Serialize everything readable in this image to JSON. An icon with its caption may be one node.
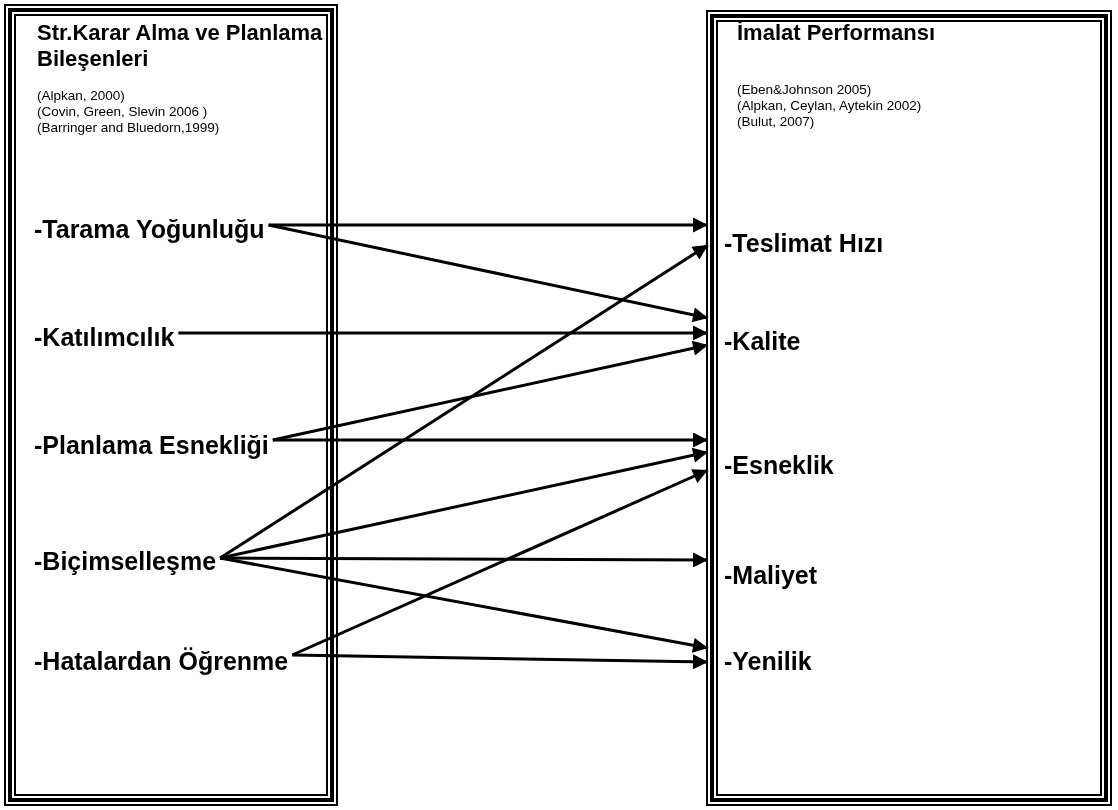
{
  "diagram": {
    "nodes": [
      {
        "text": [
          "Str.Karar Alma ve Planlama Bileşenleri",
          "(Alpkan, 2000)",
          "(Covin, Green, Slevin 2006 )",
          "(Barringer and Bluedorn,1999)"
        ]
      },
      {
        "text": [
          "-Tarama Yoğunluğu"
        ],
        "in": 0
      },
      {
        "text": [
          "-Katılımcılık"
        ],
        "in": 0
      },
      {
        "text": [
          "-Planlama Esnekliği"
        ],
        "in": 0
      },
      {
        "text": [
          "-Biçimselleşme"
        ],
        "in": 0
      },
      {
        "text": [
          "-Hatalardan Öğrenme"
        ],
        "in": 0
      },
      {
        "text": [
          "İmalat Performansı",
          "(Eben&Johnson 2005)",
          "(Alpkan, Ceylan, Aytekin 2002)",
          "(Bulut, 2007)"
        ]
      },
      {
        "text": [
          "-Teslimat Hızı"
        ],
        "in": 6
      },
      {
        "text": [
          "-Kalite"
        ],
        "in": 6
      },
      {
        "text": [
          "-Esneklik"
        ],
        "in": 6
      },
      {
        "text": [
          "-Maliyet"
        ],
        "in": 6
      },
      {
        "text": [
          "-Yenilik"
        ],
        "in": 6
      }
    ],
    "edges": [
      {
        "from": 1,
        "to": 7,
        "arrow": "to"
      },
      {
        "from": 1,
        "to": 8,
        "arrow": "to"
      },
      {
        "from": 2,
        "to": 8,
        "arrow": "to"
      },
      {
        "from": 3,
        "to": 8,
        "arrow": "to"
      },
      {
        "from": 3,
        "to": 9,
        "arrow": "to"
      },
      {
        "from": 4,
        "to": 7,
        "arrow": "to"
      },
      {
        "from": 4,
        "to": 9,
        "arrow": "to"
      },
      {
        "from": 4,
        "to": 10,
        "arrow": "to"
      },
      {
        "from": 4,
        "to": 11,
        "arrow": "to"
      },
      {
        "from": 5,
        "to": 9,
        "arrow": "to"
      },
      {
        "from": 5,
        "to": 11,
        "arrow": "to"
      }
    ]
  }
}
